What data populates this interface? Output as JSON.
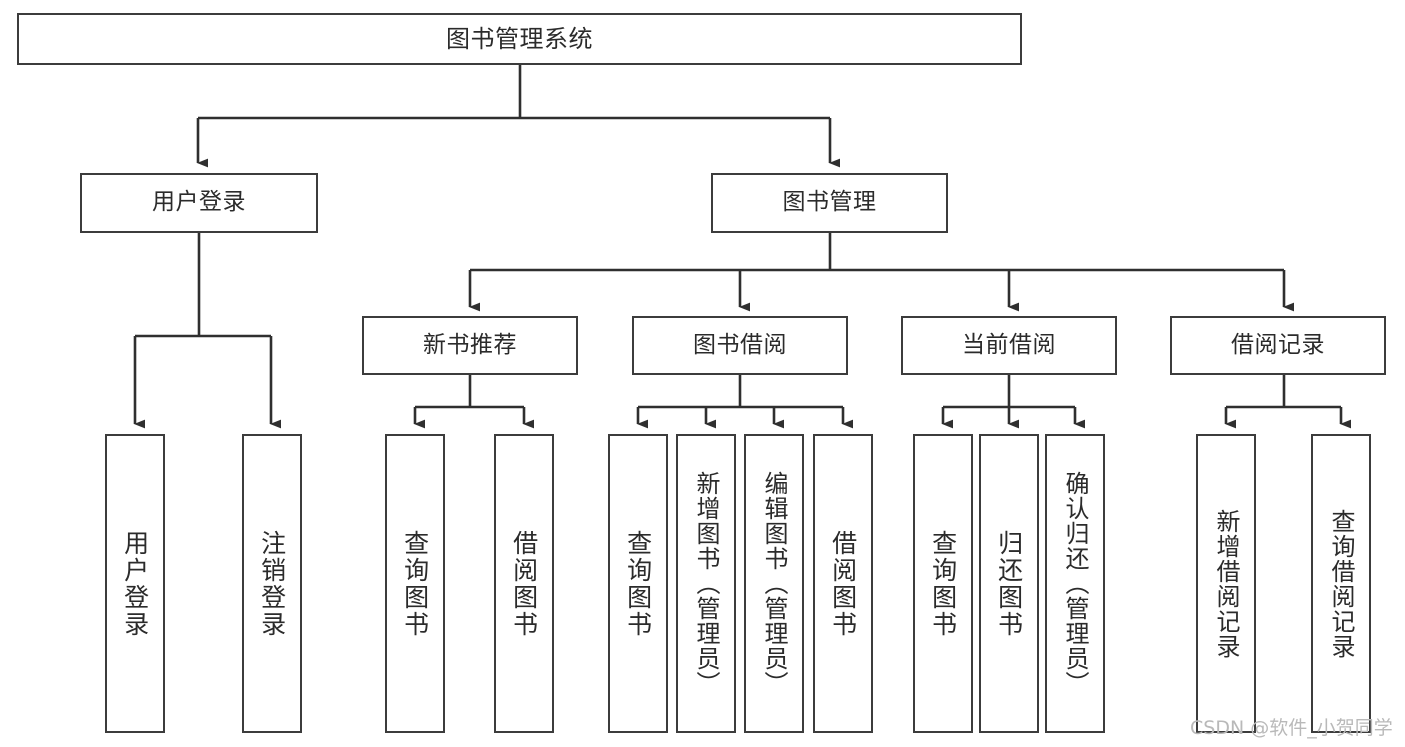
{
  "diagram": {
    "type": "tree",
    "title": "图书管理系统",
    "root": {
      "label": "图书管理系统"
    },
    "level1": [
      {
        "label": "用户登录"
      },
      {
        "label": "图书管理"
      }
    ],
    "level2": [
      {
        "label": "新书推荐"
      },
      {
        "label": "图书借阅"
      },
      {
        "label": "当前借阅"
      },
      {
        "label": "借阅记录"
      }
    ],
    "leaves": {
      "user_login": [
        {
          "label": "用户登录"
        },
        {
          "label": "注销登录"
        }
      ],
      "new_book_recommend": [
        {
          "label": "查询图书"
        },
        {
          "label": "借阅图书"
        }
      ],
      "book_borrow": [
        {
          "label": "查询图书"
        },
        {
          "label": "新增图书（管理员）"
        },
        {
          "label": "编辑图书（管理员）"
        },
        {
          "label": "借阅图书"
        }
      ],
      "current_borrow": [
        {
          "label": "查询图书"
        },
        {
          "label": "归还图书"
        },
        {
          "label": "确认归还（管理员）"
        }
      ],
      "borrow_record": [
        {
          "label": "新增借阅记录"
        },
        {
          "label": "查询借阅记录"
        }
      ]
    }
  },
  "watermark": {
    "text": "CSDN @软件_小贺同学"
  },
  "colors": {
    "background": "#ffffff",
    "box_border": "#3c3c3c",
    "text": "#2b2b2b",
    "connector": "#2f2f2f",
    "watermark": "#b9b9b9"
  }
}
